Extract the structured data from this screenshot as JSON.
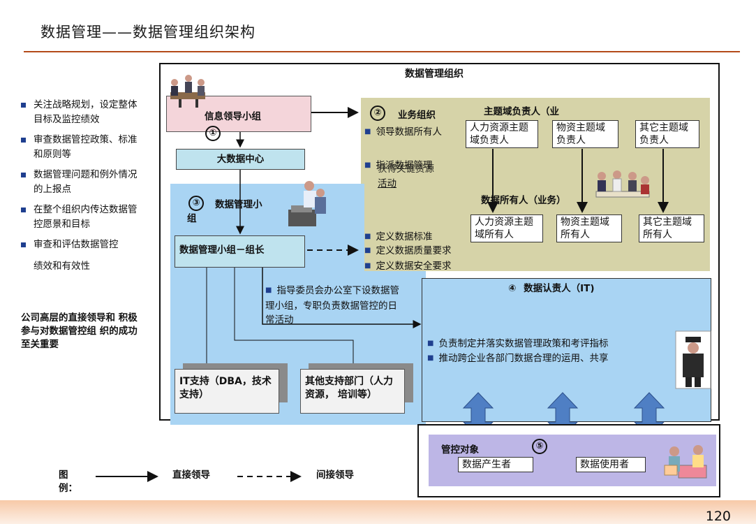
{
  "title": "数据管理——数据管理组织架构",
  "side": {
    "items": [
      "关注战略规划，设定整体目标及监控绩效",
      "审查数据管控政策、标准和原则等",
      "数据管理问题和例外情况的上报点",
      "在整个组织内传达数据管控愿景和目标",
      "审查和评估数据管控"
    ],
    "item5_cont": "绩效和有效性",
    "emphasis": "公司高层的直接领导和 积极参与对数据管控组 织的成功至关重要"
  },
  "org_title": "数据管理组织",
  "lead_group": {
    "label": "信息领导小组",
    "num": "①"
  },
  "big_data_center": "大数据中心",
  "dm_group": {
    "num": "③",
    "label": "数据管理小组"
  },
  "dm_leader": "数据管理小组－组长",
  "business": {
    "num": "②",
    "label": "业务组织",
    "bullets": [
      "领导数据所有人",
      "指派数据管理"
    ],
    "overlap": "获得关键资源",
    "link": "活动"
  },
  "domain_owners": {
    "heading": "主题域负责人（业",
    "items": [
      "人力资源主题域负责人",
      "物资主题域负责人",
      "其它主题域负责人"
    ]
  },
  "data_owners": {
    "heading": "数据所有人（业务）",
    "items": [
      "人力资源主题域所有人",
      "物资主题域所有人",
      "其它主题域所有人"
    ]
  },
  "standards": [
    "定义数据标准",
    "定义数据质量要求",
    "定义数据安全要求"
  ],
  "committee_note": "指导委员会办公室下设数据管理小组，专职负责数据管控的日常活动",
  "stewards": {
    "num": "④",
    "label": "数据认责人（IT)",
    "bullets": [
      "负责制定并落实数据管理政策和考评指标",
      "推动跨企业各部门数据合理的运用、共享"
    ]
  },
  "it_support": "IT支持（DBA，技术支持）",
  "other_support": "其他支持部门（人力资源， 培训等）",
  "control": {
    "label": "管控对象",
    "num": "⑤",
    "producer": "数据产生者",
    "consumer": "数据使用者"
  },
  "legend": {
    "title": "图例：",
    "direct": "直接领导",
    "indirect": "间接领导"
  },
  "page_number": "120",
  "colors": {
    "accent_rule": "#b44a1a",
    "olive": "#d6d3a8",
    "light_blue": "#a9d4f3",
    "lavender": "#bdb6e6",
    "pink": "#f4d5da",
    "bullet": "#1f3f8f"
  }
}
